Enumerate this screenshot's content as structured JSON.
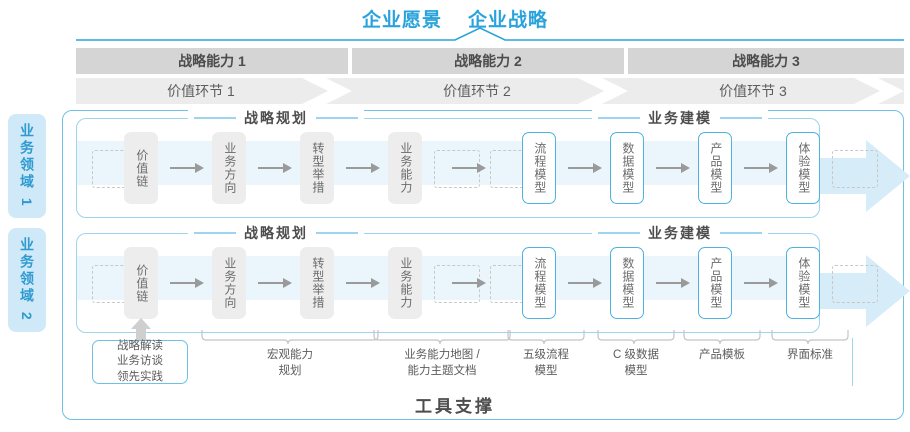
{
  "header": {
    "vision": "企业愿景",
    "strategy": "企业战略",
    "accent_color": "#2aa3dd"
  },
  "capabilities": [
    {
      "label": "战略能力 1"
    },
    {
      "label": "战略能力 2"
    },
    {
      "label": "战略能力 3"
    }
  ],
  "value_chain": [
    {
      "label": "价值环节 1"
    },
    {
      "label": "价值环节 2"
    },
    {
      "label": "价值环节 3"
    }
  ],
  "domains": [
    {
      "label": "业务领域 1"
    },
    {
      "label": "业务领域 2"
    }
  ],
  "sections": {
    "planning": "战略规划",
    "modeling": "业务建模"
  },
  "nodes": {
    "planning": [
      {
        "label": "价值链"
      },
      {
        "label": "业务方向"
      },
      {
        "label": "转型举措"
      },
      {
        "label": "业务能力"
      }
    ],
    "modeling": [
      {
        "label": "流程模型"
      },
      {
        "label": "数据模型"
      },
      {
        "label": "产品模型"
      },
      {
        "label": "体验模型"
      }
    ]
  },
  "tools": {
    "first_box": [
      "战略解读",
      "业务访谈",
      "领先实践"
    ],
    "items": [
      {
        "lines": [
          "宏观能力",
          "规划"
        ]
      },
      {
        "lines": [
          "业务能力地图 /",
          "能力主题文档"
        ]
      },
      {
        "lines": [
          "五级流程",
          "模型"
        ]
      },
      {
        "lines": [
          "C 级数据",
          "模型"
        ]
      },
      {
        "lines": [
          "产品模板"
        ]
      },
      {
        "lines": [
          "界面标准"
        ]
      }
    ]
  },
  "footer": {
    "label": "工具支撑"
  },
  "colors": {
    "band_dark": "#d5d5d5",
    "band_light": "#ececec",
    "blue_border": "#6ec1e4",
    "node_gray": "#ededed",
    "node_blue": "#4fb3e0",
    "strip": "#eaf5fc"
  }
}
